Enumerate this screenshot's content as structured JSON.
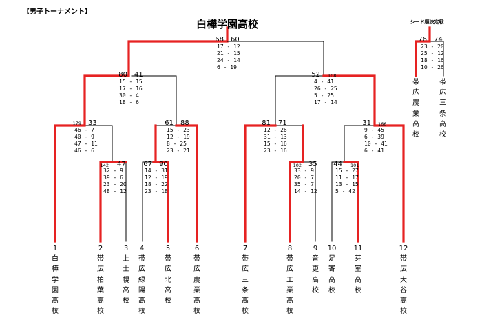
{
  "header": "【男子トーナメント】",
  "champion": "白樺学園高校",
  "seed_title": "シード順決定戦",
  "colors": {
    "winner": "#e62222",
    "line": "#000000"
  },
  "teams": [
    {
      "num": "1",
      "name": "白樺学園高校"
    },
    {
      "num": "2",
      "name": "帯広柏葉高校"
    },
    {
      "num": "3",
      "name": "上士幌高校"
    },
    {
      "num": "4",
      "name": "帯広緑陽高校"
    },
    {
      "num": "5",
      "name": "帯広北高校"
    },
    {
      "num": "6",
      "name": "帯広農業高校"
    },
    {
      "num": "7",
      "name": "帯広三条高校"
    },
    {
      "num": "8",
      "name": "帯広工業高校"
    },
    {
      "num": "9",
      "name": "音更高校"
    },
    {
      "num": "10",
      "name": "足寄高校"
    },
    {
      "num": "11",
      "name": "芽室高校"
    },
    {
      "num": "12",
      "name": "帯広大谷高校"
    }
  ],
  "seed_teams": [
    {
      "name": "帯広農業高校"
    },
    {
      "name": "帯広三条高校"
    }
  ],
  "matches": [
    {
      "id": "m1",
      "left": "179",
      "right": "33",
      "details": [
        "46 - 7",
        "40 - 9",
        "47 - 11",
        "46 - 6"
      ]
    },
    {
      "id": "m2",
      "left": "142",
      "right": "47",
      "details": [
        "32 - 9",
        "39 - 6",
        "23 - 20",
        "48 - 12"
      ]
    },
    {
      "id": "m3",
      "left": "67",
      "right": "90",
      "details": [
        "14 - 31",
        "12 - 19",
        "18 - 22",
        "23 - 18"
      ]
    },
    {
      "id": "m4",
      "left": "61",
      "right": "88",
      "details": [
        "15 - 23",
        "12 - 19",
        "8 - 25",
        "23 - 21"
      ]
    },
    {
      "id": "m5",
      "left": "80",
      "right": "41",
      "details": [
        "15 - 15",
        "17 - 16",
        "30 - 4",
        "18 - 6"
      ]
    },
    {
      "id": "m6",
      "left": "81",
      "right": "71",
      "details": [
        "12 - 26",
        "31 - 13",
        "15 - 16",
        "23 - 16"
      ]
    },
    {
      "id": "m7",
      "left": "102",
      "right": "35",
      "details": [
        "33 - 9",
        "20 - 7",
        "35 - 7",
        "14 - 12"
      ]
    },
    {
      "id": "m8",
      "left": "44",
      "right": "101",
      "details": [
        "15 - 27",
        "11 - 17",
        "13 - 15",
        "5 - 42"
      ]
    },
    {
      "id": "m9",
      "left": "31",
      "right": "166",
      "details": [
        "9 - 45",
        "6 - 39",
        "10 - 41",
        "6 - 41"
      ]
    },
    {
      "id": "m10",
      "left": "52",
      "right": "108",
      "details": [
        "4 - 41",
        "26 - 25",
        "5 - 25",
        "17 - 14"
      ]
    },
    {
      "id": "m11",
      "left": "68",
      "right": "60",
      "details": [
        "17 - 12",
        "21 - 15",
        "24 - 14",
        "6 - 19"
      ]
    },
    {
      "id": "m12",
      "left": "76",
      "right": "74",
      "details": [
        "23 - 20",
        "25 - 12",
        "18 - 16",
        "10 - 26"
      ]
    }
  ]
}
